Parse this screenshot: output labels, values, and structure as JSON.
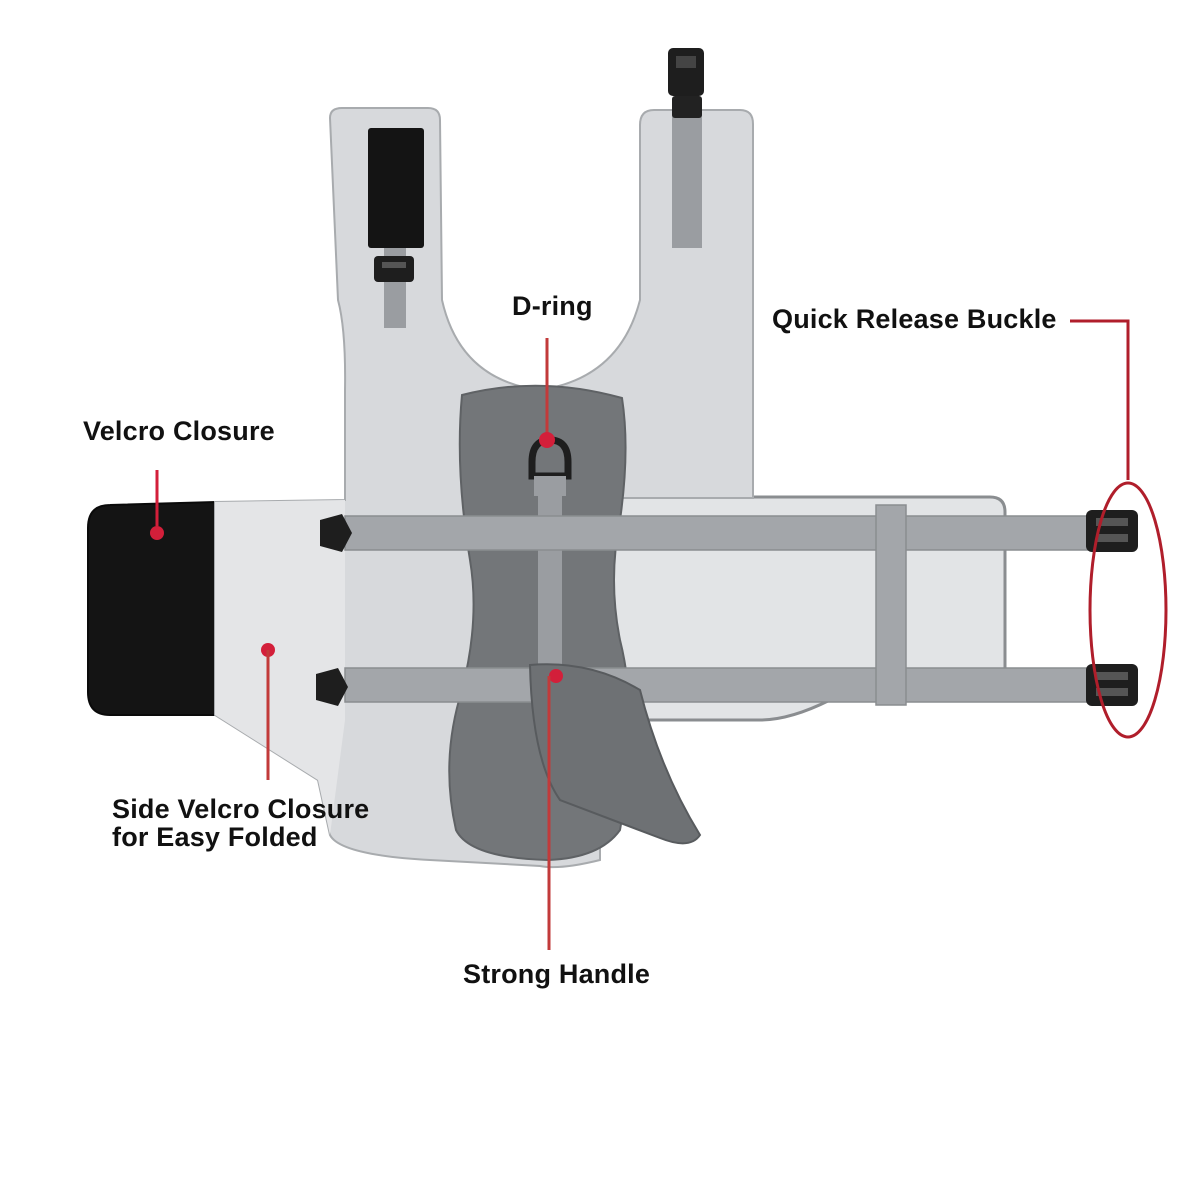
{
  "colors": {
    "background": "#ffffff",
    "callout_red": "#b01e2b",
    "pointer_red": "#d31f3a",
    "vest_light": "#d7d9dc",
    "vest_lighter": "#e2e4e6",
    "vest_dark": "#737679",
    "strap": "#9a9da1",
    "velcro_black": "#141414",
    "buckle_black": "#1e1e1e"
  },
  "callouts": {
    "velcro_closure": "Velcro Closure",
    "d_ring": "D-ring",
    "quick_release_buckle": "Quick Release Buckle",
    "side_velcro_line1": "Side Velcro Closure",
    "side_velcro_line2": "for Easy Folded",
    "strong_handle": "Strong Handle"
  },
  "icons": [
    "buckle-icon",
    "d-ring-icon",
    "shark-fin-icon",
    "pointer-dot-icon"
  ]
}
